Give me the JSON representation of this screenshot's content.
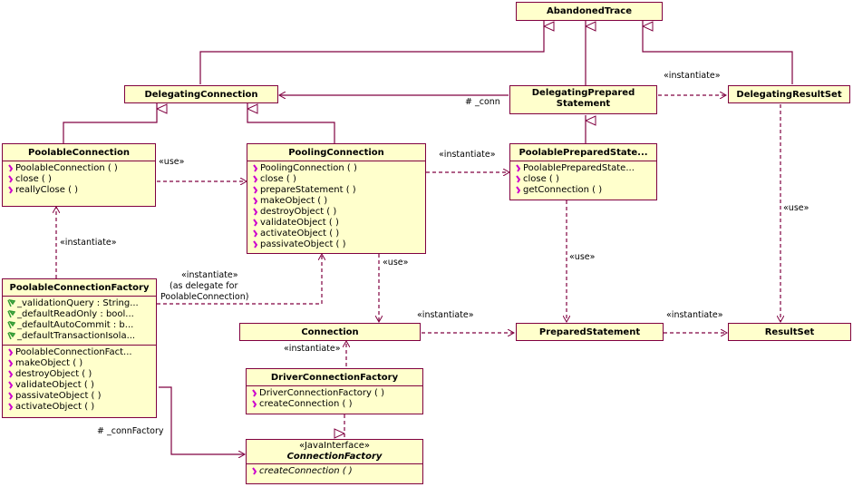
{
  "colors": {
    "box_fill": "#ffffcc",
    "line": "#800040",
    "method_icon": "#cc00cc",
    "field_icon": "#339933"
  },
  "classes": {
    "abandoned_trace": {
      "name": "AbandonedTrace"
    },
    "delegating_connection": {
      "name": "DelegatingConnection"
    },
    "delegating_prepared_statement": {
      "name_line1": "DelegatingPrepared",
      "name_line2": "Statement"
    },
    "delegating_result_set": {
      "name": "DelegatingResultSet"
    },
    "poolable_connection": {
      "name": "PoolableConnection",
      "methods": [
        "PoolableConnection (  )",
        "close (  )",
        "reallyClose (  )"
      ]
    },
    "pooling_connection": {
      "name": "PoolingConnection",
      "methods": [
        "PoolingConnection (  )",
        "close (  )",
        "prepareStatement (  )",
        "makeObject (  )",
        "destroyObject (  )",
        "validateObject (  )",
        "activateObject (  )",
        "passivateObject (  )"
      ]
    },
    "poolable_prepared_statement": {
      "name": "PoolablePreparedState...",
      "methods": [
        "PoolablePreparedState...",
        "close (  )",
        "getConnection (  )"
      ]
    },
    "poolable_connection_factory": {
      "name": "PoolableConnectionFactory",
      "attributes": [
        "_validationQuery : String...",
        "_defaultReadOnly : bool...",
        "_defaultAutoCommit : b...",
        "_defaultTransactionIsola..."
      ],
      "methods": [
        "PoolableConnectionFact...",
        "makeObject (  )",
        "destroyObject (  )",
        "validateObject (  )",
        "passivateObject (  )",
        "activateObject (  )"
      ]
    },
    "connection": {
      "name": "Connection"
    },
    "prepared_statement": {
      "name": "PreparedStatement"
    },
    "result_set": {
      "name": "ResultSet"
    },
    "driver_connection_factory": {
      "name": "DriverConnectionFactory",
      "methods": [
        "DriverConnectionFactory (  )",
        "createConnection (  )"
      ]
    },
    "connection_factory": {
      "stereotype": "«JavaInterface»",
      "name": "ConnectionFactory",
      "methods": [
        "createConnection (  )"
      ]
    }
  },
  "labels": {
    "instantiate_dps_drs": "«instantiate»",
    "conn_role": "# _conn",
    "use_pc_poolingc": "«use»",
    "instantiate_poolingc_pps": "«instantiate»",
    "instantiate_pcf_pc": "«instantiate»",
    "instantiate_pcf_poolingc_1": "«instantiate»",
    "instantiate_pcf_poolingc_2": "(as delegate for",
    "instantiate_pcf_poolingc_3": "PoolableConnection)",
    "use_poolingc_conn": "«use»",
    "use_pps_ps": "«use»",
    "use_drs_rs": "«use»",
    "instantiate_conn_ps": "«instantiate»",
    "instantiate_ps_rs": "«instantiate»",
    "instantiate_dcf_conn": "«instantiate»",
    "conn_factory_role": "# _connFactory"
  }
}
